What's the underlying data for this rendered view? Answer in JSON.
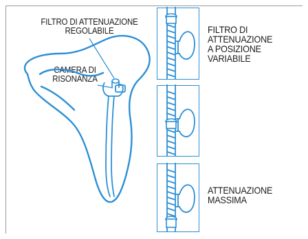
{
  "labels": {
    "adjustable_filter_line1": "FILTRO DI ATTENUAZIONE",
    "adjustable_filter_line2": "REGOLABILE",
    "resonance_chamber_line1": "CAMERA DI",
    "resonance_chamber_line2": "RISONANZA"
  },
  "panels": [
    {
      "caption_lines": [
        "FILTRO DI",
        "ATTENUAZIONE",
        "A POSIZIONE",
        "VARIABILE"
      ]
    },
    {
      "caption_lines": []
    },
    {
      "caption_lines": [
        "ATTENUAZIONE",
        "MASSIMA"
      ]
    }
  ],
  "colors": {
    "line": "#2b8fd6",
    "frame": "#9a9a9a",
    "text": "#1a1a1a"
  }
}
